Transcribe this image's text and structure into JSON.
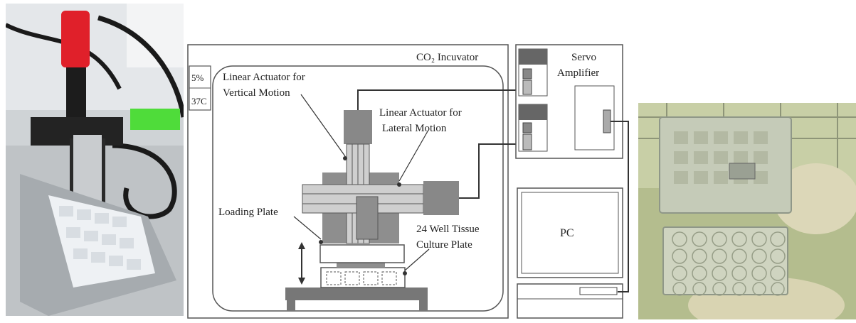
{
  "figure": {
    "photo_left": {
      "subject": "robotic actuator apparatus with red clamp over a 24 well plate"
    },
    "diagram": {
      "incubator_label": "CO₂ Incuvator",
      "co2_percent": "5%",
      "temperature": "37C",
      "vertical_actuator_label_line1": "Linear Actuator for",
      "vertical_actuator_label_line2": "Vertical Motion",
      "lateral_actuator_label_line1": "Linear Actuator for",
      "lateral_actuator_label_line2": "Lateral Motion",
      "loading_plate_label": "Loading Plate",
      "culture_plate_label_line1": "24 Well Tissue",
      "culture_plate_label_line2": "Culture Plate",
      "servo_label_line1": "Servo",
      "servo_label_line2": "Amplifier",
      "pc_label": "PC"
    },
    "photo_right": {
      "subject": "gloved hand holding loading plate above 24 well culture plate"
    }
  }
}
